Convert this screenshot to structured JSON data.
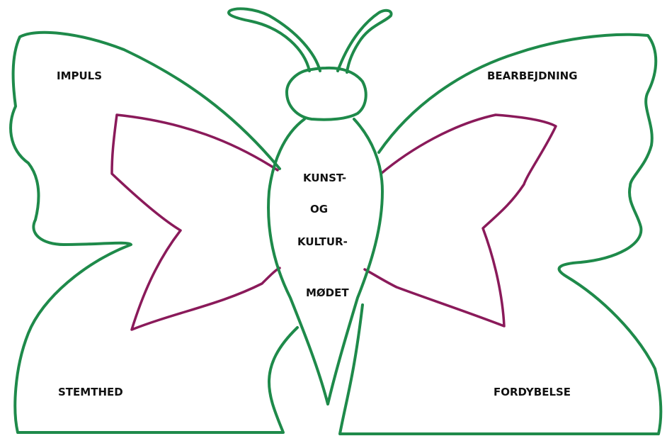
{
  "colors": {
    "outline": "#1e8a4a",
    "inner_wing": "#8a1a5a",
    "text": "#111111",
    "background": "#ffffff"
  },
  "labels": {
    "top_left": "IMPULS",
    "top_right": "BEARBEJDNING",
    "bottom_left": "STEMTHED",
    "bottom_right": "FORDYBELSE"
  },
  "body_text": {
    "line1": "KUNST-",
    "line2": "OG",
    "line3": "KULTUR-",
    "line4": "MØDET"
  }
}
